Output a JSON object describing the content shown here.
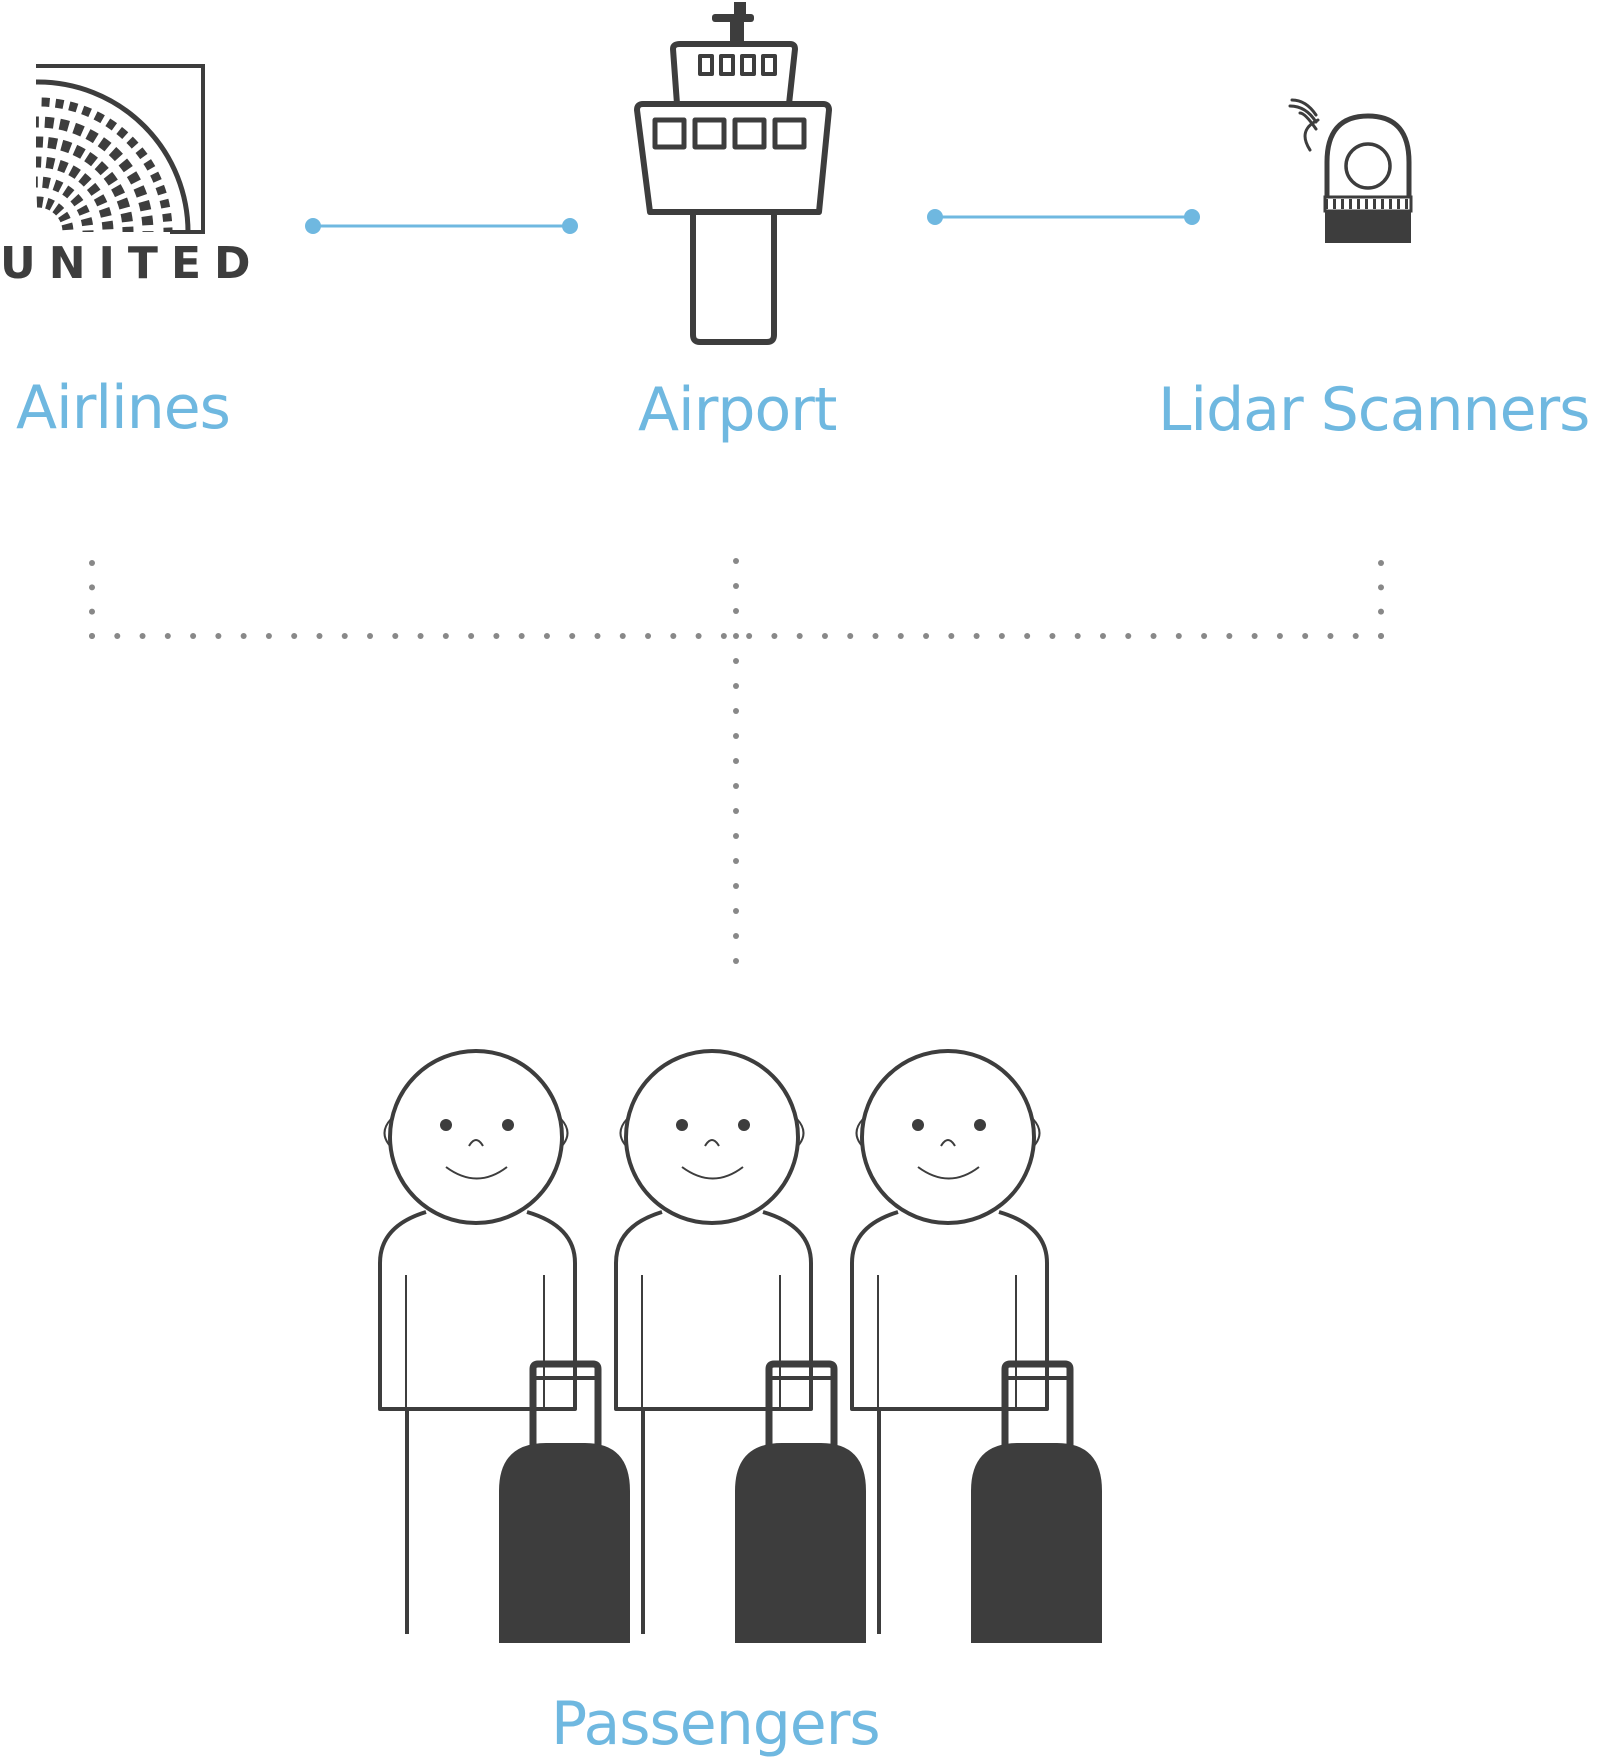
{
  "nodes": {
    "airlines": {
      "label": "Airlines",
      "logo_text": "UNITED",
      "icon": "united-globe-logo"
    },
    "airport": {
      "label": "Airport",
      "icon": "control-tower-icon"
    },
    "lidar": {
      "label": "Lidar Scanners",
      "icon": "lidar-scanner-icon"
    },
    "passengers": {
      "label": "Passengers",
      "icon": "passenger-with-luggage-icon",
      "count": 3
    }
  },
  "colors": {
    "accent": "#6fb8e0",
    "icon": "#3d3d3d",
    "connector_dotted": "#888888"
  }
}
